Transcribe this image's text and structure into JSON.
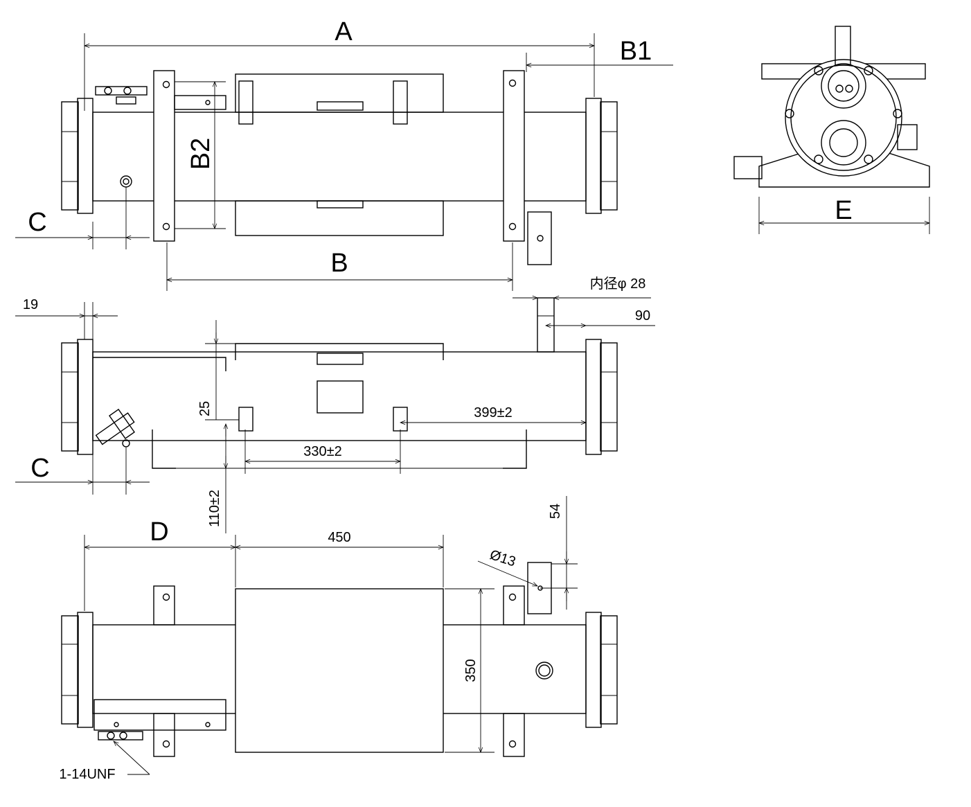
{
  "labels": {
    "A": "A",
    "B1": "B1",
    "B2": "B2",
    "B": "B",
    "C_top": "C",
    "C_mid": "C",
    "D": "D",
    "E": "E",
    "inner_dia": "内径φ 28",
    "d19": "19",
    "d90": "90",
    "d25": "25",
    "d399": "399±2",
    "d330": "330±2",
    "d110": "110±2",
    "d450": "450",
    "d54": "54",
    "d13": "Ø13",
    "d350": "350",
    "thread": "1-14UNF"
  },
  "colors": {
    "line": "#000000",
    "background": "#ffffff"
  }
}
